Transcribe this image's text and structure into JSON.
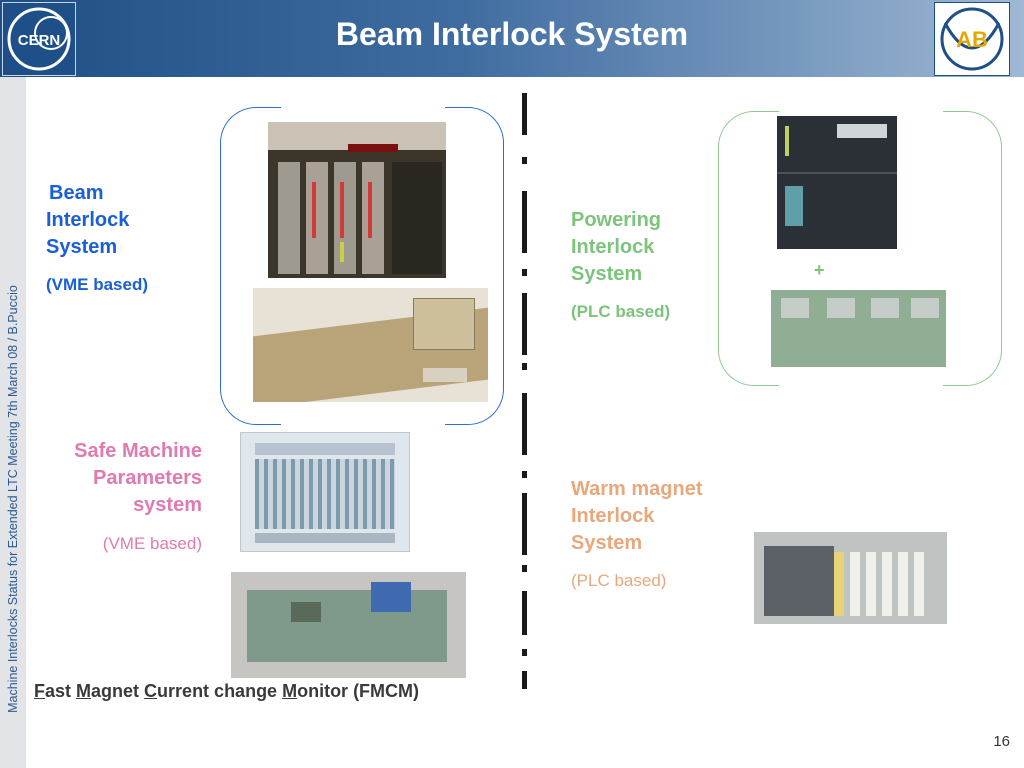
{
  "header": {
    "title": "Beam Interlock System"
  },
  "logos": {
    "left_text": "CERN",
    "right_text": "AB"
  },
  "sidebar": {
    "text": "Machine Interlocks Status  for  Extended LTC  Meeting 7th March 08 /  B.Puccio"
  },
  "systems": {
    "bis": {
      "lines": [
        "Beam",
        "Interlock",
        "System"
      ],
      "sub": "(VME based)"
    },
    "powering": {
      "lines": [
        "Powering",
        "Interlock",
        "System"
      ],
      "sub": "(PLC based)",
      "plus": "+"
    },
    "smp": {
      "lines": [
        "Safe Machine",
        "Parameters",
        "system"
      ],
      "sub": "(VME based)"
    },
    "warm": {
      "lines": [
        "Warm magnet",
        "Interlock",
        "System"
      ],
      "sub": "(PLC based)"
    }
  },
  "fmcm": {
    "parts": [
      "F",
      "ast ",
      "M",
      "agnet ",
      "C",
      "urrent change ",
      "M",
      "onitor (FMCM)"
    ]
  },
  "page_number": "16",
  "colors": {
    "header": "#1f4f86",
    "bis": "#1a5fd6",
    "powering": "#7cc47c",
    "smp": "#e07ab0",
    "warm": "#e8a87c"
  }
}
